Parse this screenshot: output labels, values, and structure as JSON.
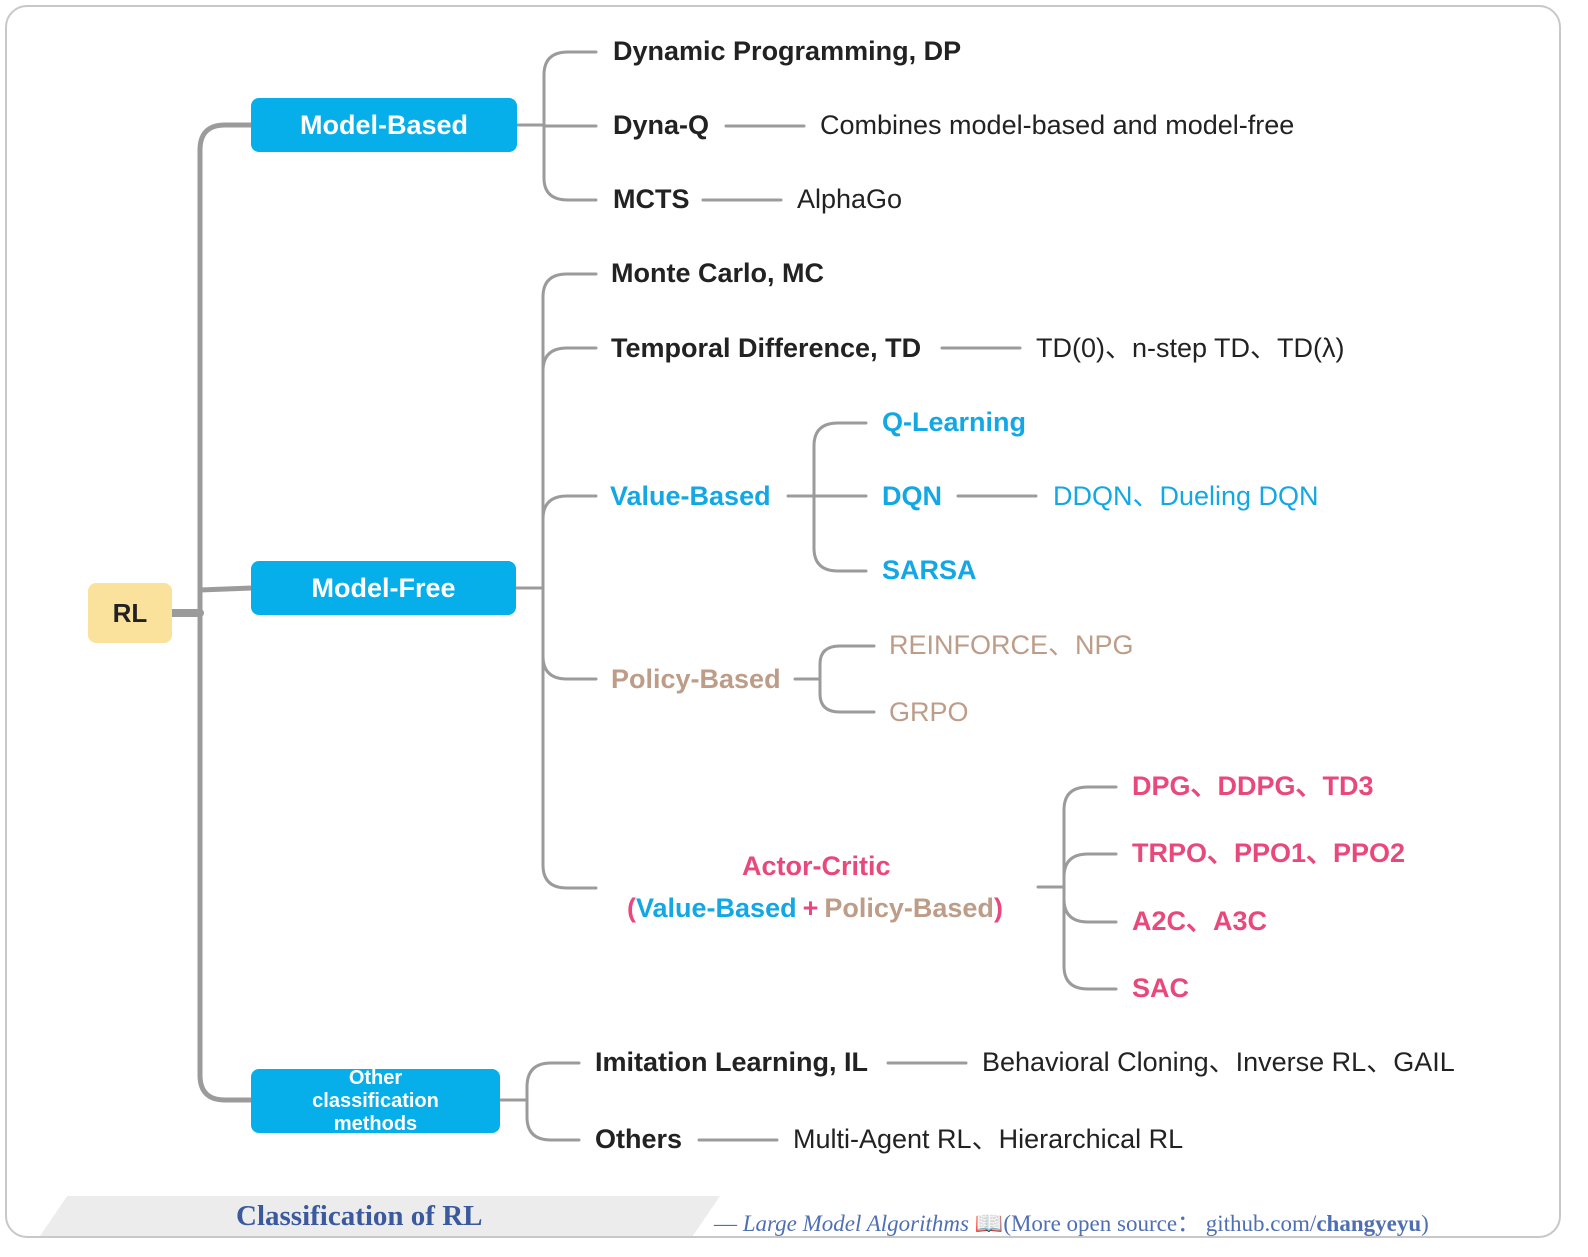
{
  "root": {
    "label": "RL"
  },
  "categories": {
    "model_based": "Model-Based",
    "model_free": "Model-Free",
    "other": "Other classification methods"
  },
  "model_based": {
    "dp": "Dynamic Programming, DP",
    "dyna_q": "Dyna-Q",
    "dyna_q_note": "Combines model-based and model-free",
    "mcts": "MCTS",
    "mcts_note": "AlphaGo"
  },
  "model_free": {
    "mc": "Monte Carlo, MC",
    "td": "Temporal Difference, TD",
    "td_note": "TD(0)、n-step TD、TD(λ)",
    "value_based": "Value-Based",
    "q_learning": "Q-Learning",
    "dqn": "DQN",
    "dqn_note": "DDQN、Dueling DQN",
    "sarsa": "SARSA",
    "policy_based": "Policy-Based",
    "reinforce": "REINFORCE、NPG",
    "grpo": "GRPO",
    "actor_critic": "Actor-Critic",
    "ac_open": "(",
    "ac_value": "Value-Based",
    "ac_plus": "+",
    "ac_policy": "Policy-Based",
    "ac_close": ")",
    "ac_items": [
      "DPG、DDPG、TD3",
      "TRPO、PPO1、PPO2",
      "A2C、A3C",
      "SAC"
    ]
  },
  "other": {
    "il": "Imitation Learning, IL",
    "il_note": "Behavioral Cloning、Inverse RL、GAIL",
    "others": "Others",
    "others_note": "Multi-Agent RL、Hierarchical RL"
  },
  "footer": {
    "title": "Classification of RL",
    "dash": "—",
    "book": "Large Model Algorithms",
    "book_icon": "📖",
    "more": "(More open source：",
    "url_prefix": "github.com/",
    "url_user": "changyeyu",
    "close": ")"
  },
  "colors": {
    "node_blue": "#06aeea",
    "root_yellow": "#fbe29c",
    "value_blue": "#13a7e4",
    "policy_tan": "#bd9c88",
    "actor_pink": "#e8487c",
    "line_gray": "#999999",
    "footer_blue": "#3b5a9e"
  }
}
